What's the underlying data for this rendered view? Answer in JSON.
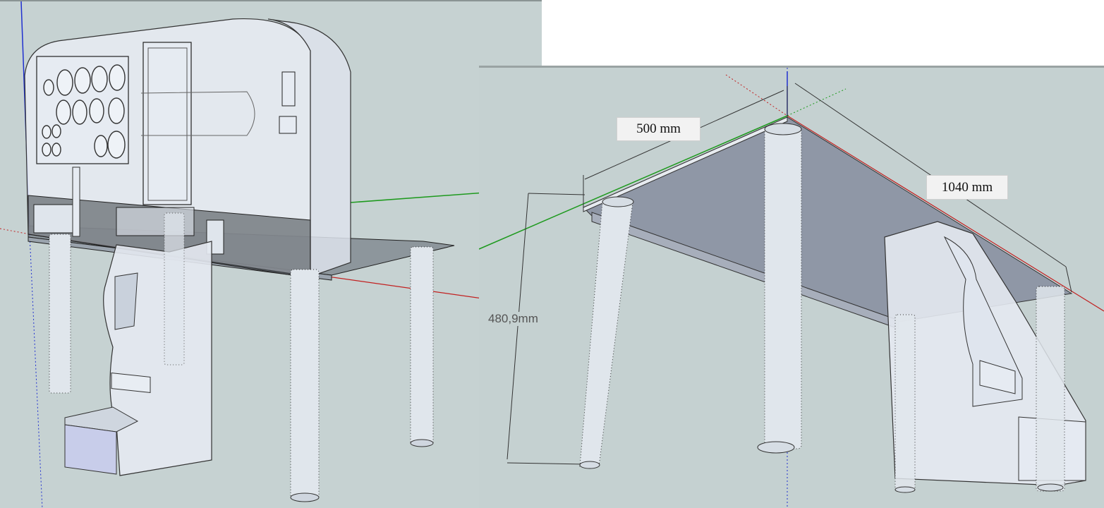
{
  "dimensions": {
    "width_label": "500 mm",
    "length_label": "1040 mm",
    "height_label": "480,9mm"
  },
  "colors": {
    "viewport_bg": "#c6d2d2",
    "axis_red": "#c22020",
    "axis_green": "#1e9a1e",
    "axis_blue": "#2030d0",
    "model_fill": "#e6ebf2",
    "panel_dark": "#3a3f46"
  },
  "icons": [
    "instrument-gauge-icon",
    "table-leg-icon",
    "dimension-arrow-icon"
  ]
}
